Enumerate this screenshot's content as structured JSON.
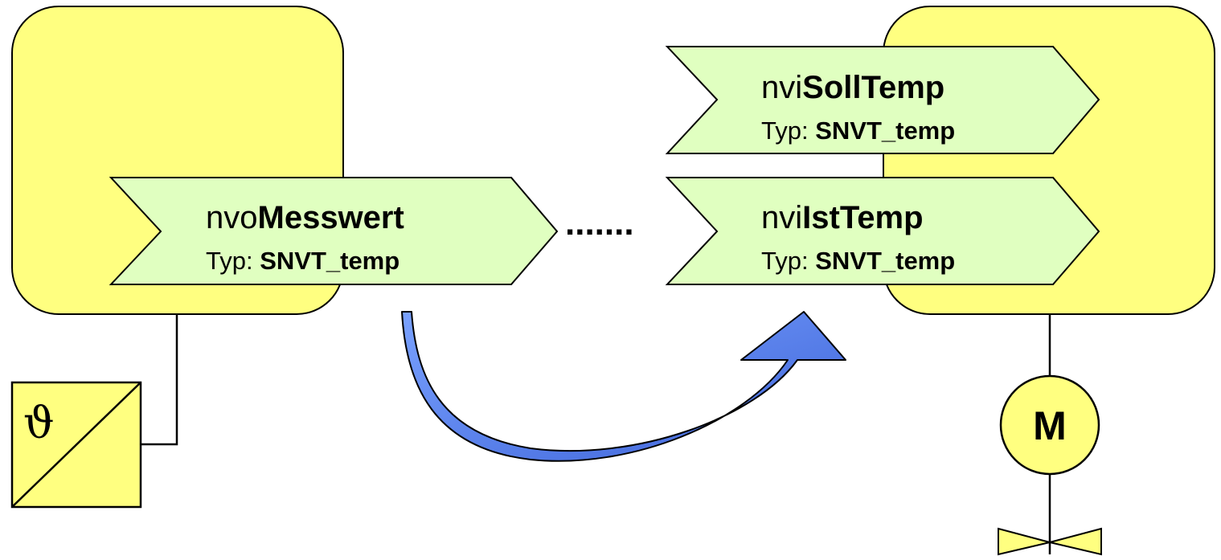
{
  "colors": {
    "device_fill": "#ffff80",
    "variable_fill": "#e0ffc0",
    "arrow_fill": "#5b86f5",
    "stroke": "#000000",
    "background": "#ffffff"
  },
  "sensor_node": {
    "output": {
      "prefix": "nvo",
      "name": "Messwert",
      "type_prefix": "Typ: ",
      "type_name": "SNVT_temp"
    },
    "sensor": {
      "symbol": "ϑ",
      "icon": "temperature-sensor-icon"
    }
  },
  "connection": {
    "dots": ".......",
    "icon": "curved-arrow-icon"
  },
  "actuator_node": {
    "inputs": [
      {
        "prefix": "nvi",
        "name": "SollTemp",
        "type_prefix": "Typ: ",
        "type_name": "SNVT_temp"
      },
      {
        "prefix": "nvi",
        "name": "IstTemp",
        "type_prefix": "Typ: ",
        "type_name": "SNVT_temp"
      }
    ],
    "motor": {
      "label": "M",
      "icon": "motor-icon"
    },
    "valve": {
      "icon": "valve-icon"
    }
  }
}
